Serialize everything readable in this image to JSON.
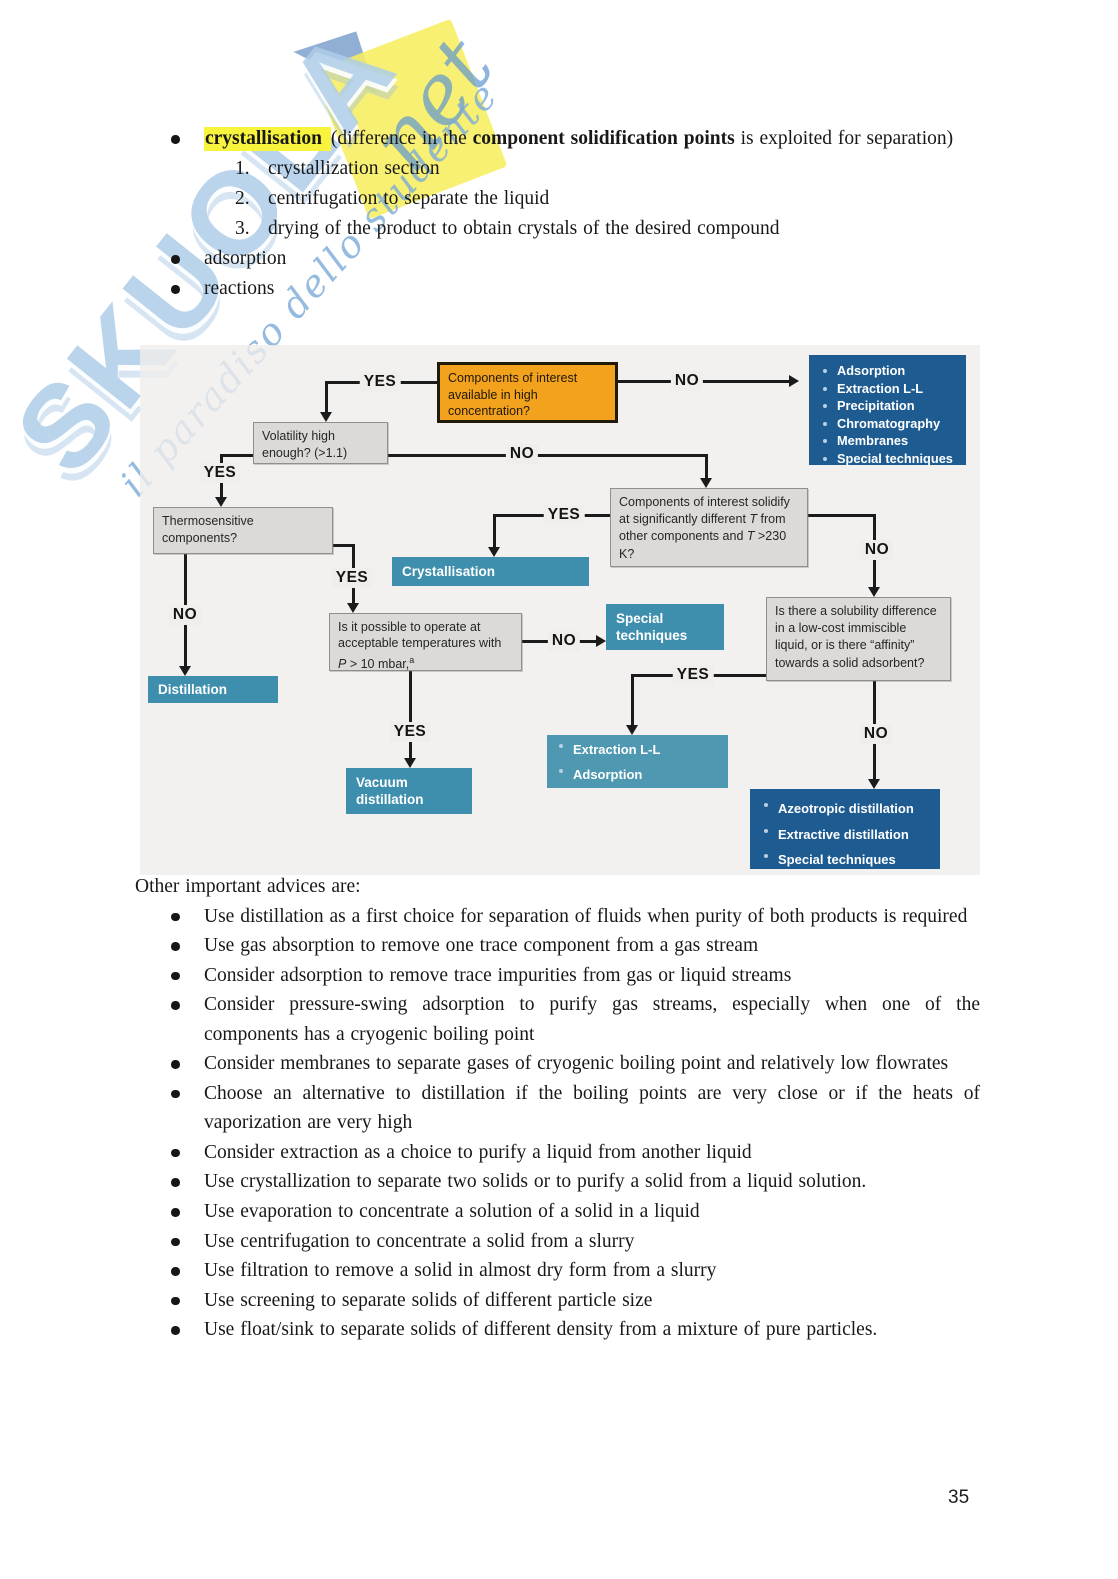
{
  "page": {
    "number": "35"
  },
  "colors": {
    "highlight": "#f8f43e",
    "orange-node": "#f2a21c",
    "orange-border": "#221a08",
    "gray-node": "#dbdad6",
    "gray-border": "#8f8f8b",
    "teal-node": "#3e8fad",
    "teal-node-light": "#4f98b1",
    "blue-node": "#1e5b91",
    "diagram-bg": "#f0eeeb"
  },
  "intro": {
    "item1": {
      "term": "crystallisation ",
      "mid": "(difference in the ",
      "emphasis": "component solidification points",
      "tail": " is exploited for separation)"
    },
    "steps": [
      {
        "num": "1.",
        "text": "crystallization section"
      },
      {
        "num": "2.",
        "text": "centrifugation to separate the liquid"
      },
      {
        "num": "3.",
        "text": "drying of the product to obtain crystals of the desired compound"
      }
    ],
    "item2": "adsorption",
    "item3": "reactions"
  },
  "flowchart": {
    "yes": "YES",
    "no": "NO",
    "concentration": "Components of interest available in high concentration?",
    "dilute_methods": [
      "Adsorption",
      "Extraction L-L",
      "Precipitation",
      "Chromatography",
      "Membranes",
      "Special techniques"
    ],
    "volatility": "Volatility high enough? (>1.1)",
    "thermosensitive": "Thermosensitive components?",
    "solidify_1": "Components of interest solidify at significantly different ",
    "solidify_t1": "T",
    "solidify_2": " from other components and ",
    "solidify_t2": "T",
    "solidify_3": " >230 K?",
    "crystallisation": "Crystallisation",
    "distillation": "Distillation",
    "operate_1": "Is it possible to operate at acceptable temperatures with ",
    "operate_p": "P",
    "operate_2": " > 10 mbar,",
    "operate_sup": "a",
    "special_techniques": "Special techniques",
    "solubility": "Is there a solubility difference in a low-cost immiscible liquid, or is there “affinity” towards a solid adsorbent?",
    "vacuum_distillation": "Vacuum distillation",
    "extraction_methods": [
      "Extraction L-L",
      "Adsorption"
    ],
    "azeotropic_methods": [
      "Azeotropic distillation",
      "Extractive distillation",
      "Special techniques"
    ]
  },
  "advices": {
    "title": "Other important advices are:",
    "items": [
      "Use distillation as a first choice for separation of fluids when purity of both products is required",
      "Use gas absorption to remove one trace component from a gas stream",
      "Consider adsorption to remove trace impurities from gas or liquid streams",
      "Consider pressure-swing adsorption to purify gas streams, especially when one of the components has a cryogenic boiling point",
      "Consider membranes to separate gases of cryogenic boiling point and relatively low flowrates",
      "Choose an alternative to distillation if the boiling points are very close or if the heats of vaporization are very high",
      "Consider extraction as a choice to purify a liquid from another liquid",
      "Use crystallization to separate two solids or to purify a solid from a liquid solution.",
      "Use evaporation to concentrate a solution of a solid in a liquid",
      "Use centrifugation to concentrate a solid from a slurry",
      "Use filtration to remove a solid in almost dry form from a slurry",
      "Use screening to separate solids of different particle size",
      "Use float/sink to separate solids of different density from a mixture of pure particles."
    ]
  },
  "watermark": {
    "brand": "SKUOLA",
    "suffix": "net",
    "tagline": "il paradiso dello studente"
  }
}
